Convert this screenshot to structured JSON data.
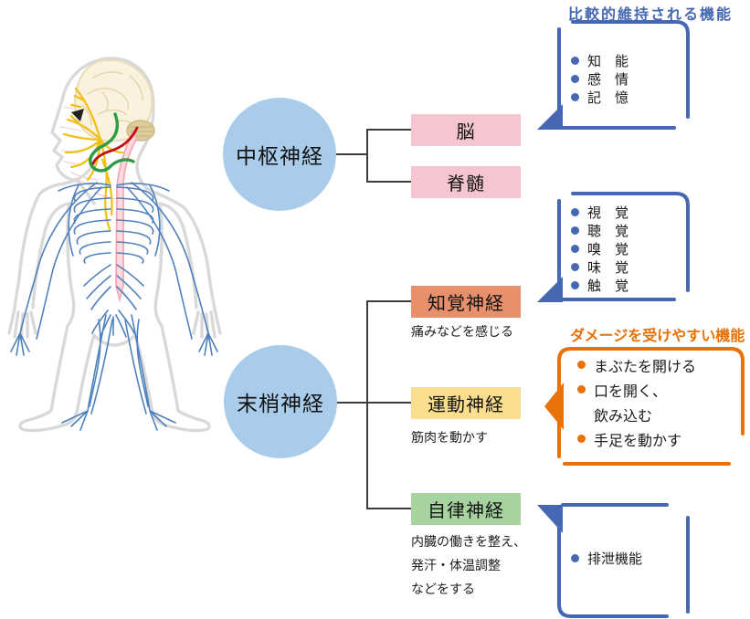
{
  "colors": {
    "accent_blue": "#4668B2",
    "accent_orange": "#E87207",
    "circle_fill": "#A9CCEA",
    "box_pink": "#F6C6D0",
    "box_salmon": "#E8906C",
    "box_yellow": "#FBDF8E",
    "box_green": "#A6D39E",
    "connector": "#3C3C3C",
    "nerve_blue": "#4F81BD",
    "spine_pink": "#F2A9B4",
    "facial_nerve_yellow": "#EFC11A",
    "nerve_green": "#2E9B47",
    "nerve_red": "#C01015",
    "body_outline_gray": "#D9D9D9",
    "brain_fill": "#FAF2DE"
  },
  "tree": {
    "central": {
      "label": "中枢神経",
      "children": [
        {
          "label": "脳"
        },
        {
          "label": "脊髄"
        }
      ]
    },
    "peripheral": {
      "label": "末梢神経",
      "children": [
        {
          "label": "知覚神経",
          "caption": "痛みなどを感じる"
        },
        {
          "label": "運動神経",
          "caption": "筋肉を動かす"
        },
        {
          "label": "自律神経",
          "caption_lines": [
            "内臓の働きを整え、",
            "発汗・体温調整",
            "などをする"
          ]
        }
      ]
    }
  },
  "callouts": {
    "maintained": {
      "title": "比較的維持される機能",
      "items": [
        "知　能",
        "感　情",
        "記　憶"
      ]
    },
    "senses": {
      "items": [
        "視　覚",
        "聴　覚",
        "嗅　覚",
        "味　覚",
        "触　覚"
      ]
    },
    "vulnerable": {
      "title": "ダメージを受けやすい機能",
      "items": [
        {
          "text": "まぶたを開ける",
          "bullet": true
        },
        {
          "text": "口を開く、",
          "bullet": true
        },
        {
          "text": "飲み込む",
          "bullet": false
        },
        {
          "text": "手足を動かす",
          "bullet": true
        }
      ]
    },
    "excretion": {
      "items": [
        "排泄機能"
      ]
    }
  }
}
